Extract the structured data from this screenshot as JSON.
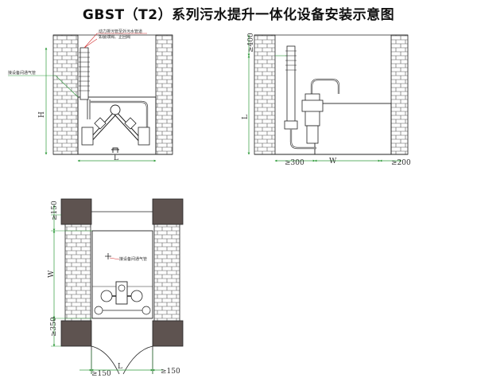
{
  "title": "GBST（T2）系列污水提升一体化设备安装示意图",
  "front_view": {
    "note_discharge": "动力排污管至外污水管道",
    "note_valves": "如装球阀、止回阀",
    "note_vent": "接设备间通气管",
    "dim_height": "H",
    "dim_length": "L"
  },
  "side_view": {
    "dim_top": "≥400",
    "dim_height": "L",
    "dim_left": "≥300",
    "dim_width": "W",
    "dim_right": "≥200"
  },
  "plan_view": {
    "note_vent": "接设备间通气管",
    "dim_top": "≥150",
    "dim_width": "W",
    "dim_bottom": "≥350",
    "dim_left_bottom": "≥150",
    "dim_length": "L",
    "dim_right_bottom": "≥150"
  },
  "colors": {
    "dimension": "#2e9a3a",
    "annotation": "#d23030",
    "pillar": "#5e5350",
    "line": "#222222"
  }
}
